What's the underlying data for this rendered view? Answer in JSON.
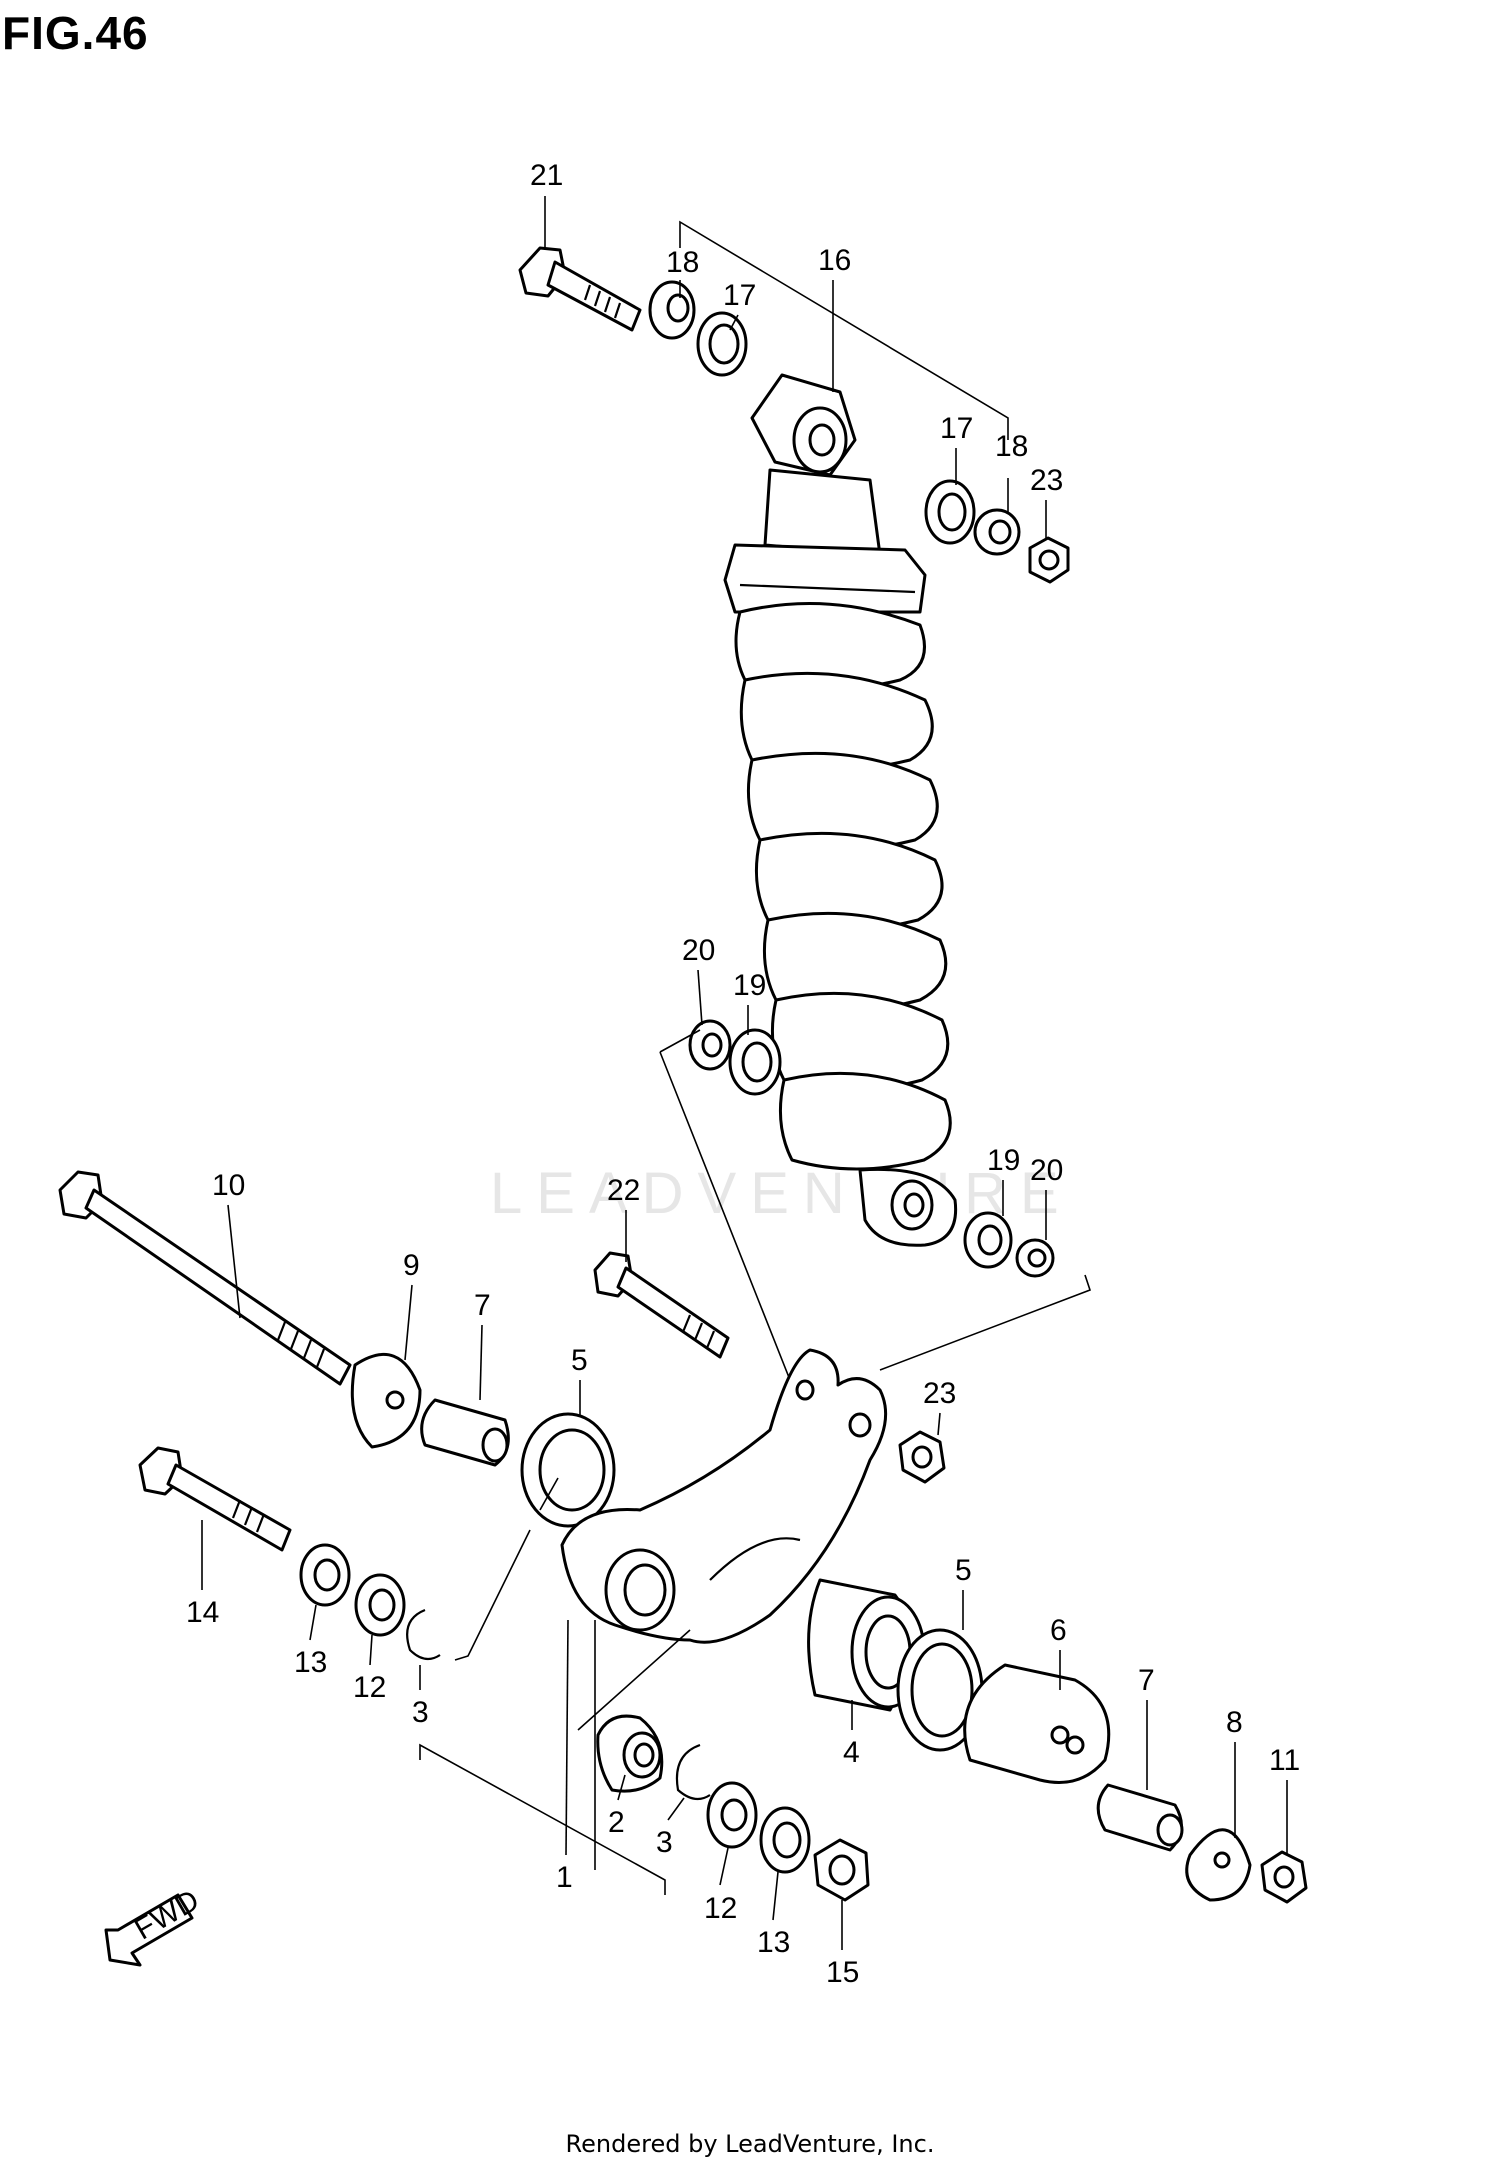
{
  "figure": {
    "title": "FIG.46"
  },
  "watermark": "LEADVENTURE",
  "fwd_label": "FWD",
  "footer": "Rendered by LeadVenture, Inc.",
  "callouts": {
    "c21": "21",
    "c18a": "18",
    "c17a": "17",
    "c16": "16",
    "c17b": "17",
    "c18b": "18",
    "c23a": "23",
    "c20a": "20",
    "c19a": "19",
    "c19b": "19",
    "c20b": "20",
    "c10": "10",
    "c22": "22",
    "c9": "9",
    "c7a": "7",
    "c5a": "5",
    "c23b": "23",
    "c14": "14",
    "c13a": "13",
    "c12a": "12",
    "c3a": "3",
    "c5b": "5",
    "c6": "6",
    "c4": "4",
    "c7b": "7",
    "c8": "8",
    "c11": "11",
    "c1": "1",
    "c2": "2",
    "c3b": "3",
    "c12b": "12",
    "c13b": "13",
    "c15": "15"
  }
}
